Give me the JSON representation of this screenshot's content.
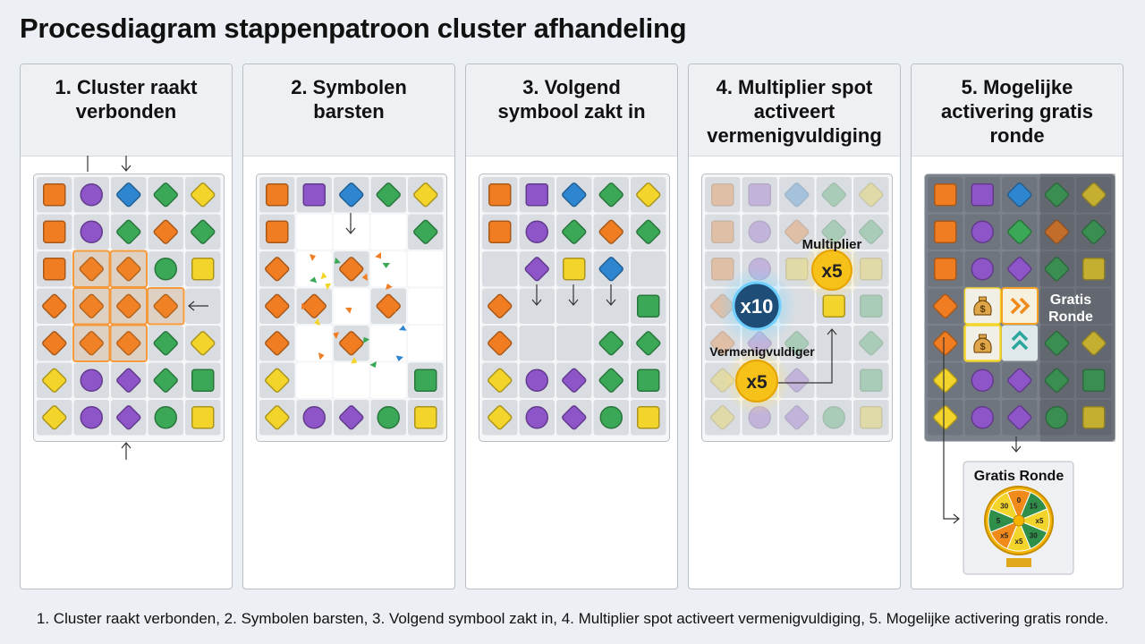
{
  "title": "Procesdiagram stappenpatroon cluster afhandeling",
  "steps": [
    {
      "label": "1. Cluster raakt verbonden"
    },
    {
      "label": "2. Symbolen barsten"
    },
    {
      "label": "3. Volgend symbool zakt in"
    },
    {
      "label": "4. Multiplier spot activeert vermenigvuldiging"
    },
    {
      "label": "5. Mogelijke activering gratis ronde"
    }
  ],
  "step4": {
    "multiplier_label": "Multiplier",
    "multiplier_value": "x5",
    "center_value": "x10",
    "vermenigvuldiger_label": "Vermenigvuldiger",
    "vermenigvuldiger_value": "x5"
  },
  "step5": {
    "side_label_1": "Gratis",
    "side_label_2": "Ronde",
    "wheel_title": "Gratis Ronde",
    "wheel_values": [
      "0",
      "15",
      "x5",
      "30",
      "x5",
      "x5",
      "5",
      "30"
    ]
  },
  "caption": "1. Cluster raakt verbonden, 2. Symbolen barsten, 3. Volgend symbool zakt in, 4. Multiplier spot activeert vermenigvuldiging, 5. Mogelijke activering gratis ronde.",
  "colors": {
    "orange": "#f07d22",
    "purple": "#8e55c8",
    "blue": "#2f86d0",
    "green": "#3aa856",
    "yellow": "#f3d42a",
    "highlight": "#f59a3a",
    "gold": "#f6c21a",
    "cyan": "#46b6e6"
  },
  "grids": {
    "step1": [
      [
        "os",
        "pc",
        "bd",
        "gd",
        "yd"
      ],
      [
        "os",
        "pc",
        "gd",
        "od",
        "gd"
      ],
      [
        "os",
        "od",
        "od",
        "gc",
        "ys"
      ],
      [
        "od",
        "od",
        "od",
        "od",
        "-"
      ],
      [
        "od",
        "od",
        "od",
        "gd",
        "yd"
      ],
      [
        "yd",
        "pc",
        "pd",
        "gd",
        "gs"
      ],
      [
        "yd",
        "pc",
        "pd",
        "gc",
        "ys"
      ]
    ],
    "step2": [
      [
        "os",
        "ps",
        "bd",
        "gd",
        "yd"
      ],
      [
        "os",
        "-",
        "-",
        "-",
        "gd"
      ],
      [
        "od",
        "-",
        "od",
        "-",
        "-"
      ],
      [
        "od",
        "od",
        "-",
        "od",
        "-"
      ],
      [
        "od",
        "-",
        "od",
        "-",
        "-"
      ],
      [
        "yd",
        "-",
        "-",
        "-",
        "gs"
      ],
      [
        "yd",
        "pc",
        "pd",
        "gc",
        "ys"
      ]
    ],
    "step3": [
      [
        "os",
        "ps",
        "bd",
        "gd",
        "yd"
      ],
      [
        "os",
        "pc",
        "gd",
        "od",
        "gd"
      ],
      [
        "-",
        "pd",
        "ys",
        "bd",
        "-"
      ],
      [
        "od",
        "-",
        "-",
        "-",
        "gs"
      ],
      [
        "od",
        "-",
        "-",
        "gd",
        "gd"
      ],
      [
        "yd",
        "pc",
        "pd",
        "gd",
        "gs"
      ],
      [
        "yd",
        "pc",
        "pd",
        "gc",
        "ys"
      ]
    ],
    "step4": [
      [
        "os",
        "ps",
        "bd",
        "gd",
        "yd"
      ],
      [
        "os",
        "pc",
        "od",
        "gd",
        "gd"
      ],
      [
        "os",
        "pc",
        "ys",
        "-",
        "ys"
      ],
      [
        "od",
        "-",
        "-",
        "ys",
        "gs"
      ],
      [
        "od",
        "pd",
        "gd",
        "-",
        "gd"
      ],
      [
        "yd",
        "pc",
        "pd",
        "-",
        "gs"
      ],
      [
        "yd",
        "pc",
        "pd",
        "gc",
        "ys"
      ]
    ],
    "step5": [
      [
        "os",
        "ps",
        "bd",
        "gd",
        "yd"
      ],
      [
        "os",
        "pc",
        "gd",
        "od",
        "gd"
      ],
      [
        "os",
        "pc",
        "pd",
        "gd",
        "ys"
      ],
      [
        "od",
        "bag",
        "arr",
        "-",
        "-"
      ],
      [
        "od",
        "bag",
        "chev",
        "gd",
        "yd"
      ],
      [
        "yd",
        "pc",
        "pd",
        "gd",
        "gs"
      ],
      [
        "yd",
        "pc",
        "pd",
        "gc",
        "ys"
      ]
    ]
  }
}
